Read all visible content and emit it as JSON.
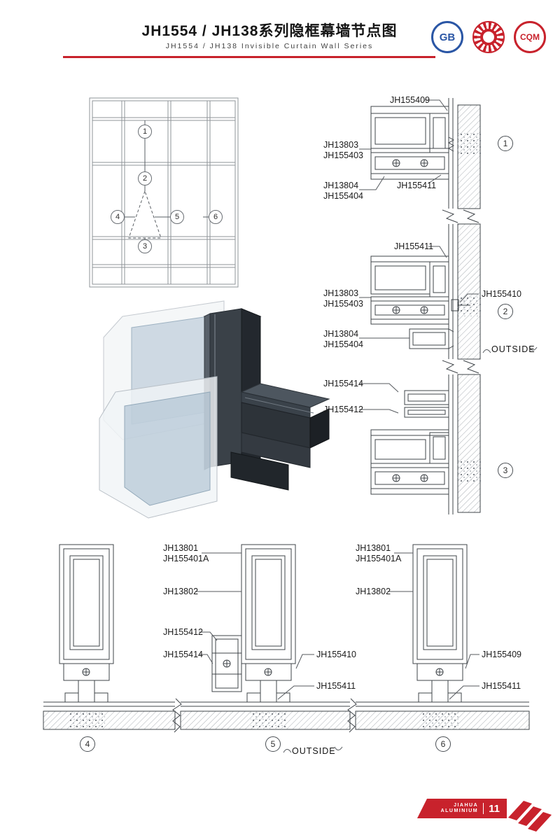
{
  "header": {
    "title": "JH1554 / JH138系列隐框幕墙节点图",
    "subtitle": "JH1554 / JH138  Invisible  Curtain  Wall  Series",
    "accent_color": "#c8222c",
    "logos": [
      {
        "name": "gb-certification",
        "text": "GB"
      },
      {
        "name": "quality-emblem",
        "text": ""
      },
      {
        "name": "cqm-certification",
        "text": "CQM"
      }
    ]
  },
  "callouts": {
    "c1": "1",
    "c2": "2",
    "c3": "3",
    "c4": "4",
    "c5": "5",
    "c6": "6"
  },
  "outside_label": "OUTSIDE",
  "parts": {
    "d1_top": "JH155409",
    "d1_left1a": "JH13803",
    "d1_left1b": "JH155403",
    "d1_left2a": "JH13804",
    "d1_left2b": "JH155404",
    "d1_right": "JH155411",
    "d2_top": "JH155411",
    "d2_left1a": "JH13803",
    "d2_left1b": "JH155403",
    "d2_right": "JH155410",
    "d2_left2a": "JH13804",
    "d2_left2b": "JH155404",
    "d3_left1": "JH155414",
    "d3_left2": "JH155412",
    "d5_top1": "JH13801",
    "d5_top2": "JH155401A",
    "d5_mid": "JH13802",
    "d5_left1": "JH155412",
    "d5_left2": "JH155414",
    "d5_right1": "JH155410",
    "d5_right2": "JH155411",
    "d6_top1": "JH13801",
    "d6_top2": "JH155401A",
    "d6_mid": "JH13802",
    "d6_right1": "JH155409",
    "d6_right2": "JH155411"
  },
  "footer": {
    "brand_line1": "JIAHUA",
    "brand_line2": "ALUMINIUM",
    "page_number": "11"
  }
}
